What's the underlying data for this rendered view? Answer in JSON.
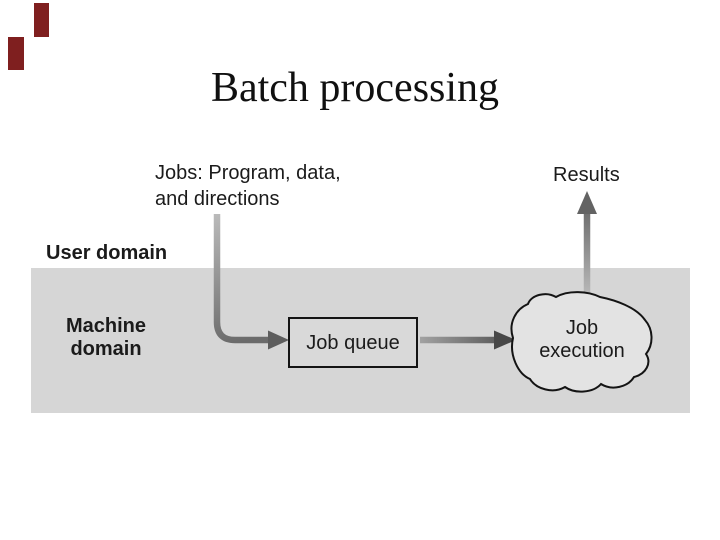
{
  "title": "Batch processing",
  "colors": {
    "page_bg": "#ffffff",
    "decor": "#7f1f1f",
    "band": "#d6d6d6",
    "box_fill": "#d9d9d9",
    "blob_fill": "#e3e3e3",
    "outline": "#141414",
    "arrow_dark": "#5d5d5d",
    "arrow_light": "#bcbcbc"
  },
  "diagram": {
    "jobs_label": "Jobs: Program, data,\nand directions",
    "results_label": "Results",
    "user_domain_label": "User domain",
    "machine_domain_label": "Machine\ndomain",
    "job_queue_label": "Job queue",
    "job_execution_label": "Job\nexecution"
  }
}
